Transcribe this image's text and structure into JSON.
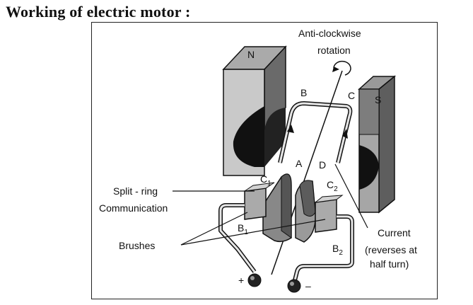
{
  "heading": "Working of electric motor :",
  "labels": {
    "rotation_line1": "Anti-clockwise",
    "rotation_line2": "rotation",
    "magnet_north": "N",
    "magnet_south": "S",
    "corner_a": "A",
    "corner_b": "B",
    "corner_c": "C",
    "corner_d": "D",
    "ring_c1": "C",
    "ring_c1_sub": "1",
    "ring_c2": "C",
    "ring_c2_sub": "2",
    "brush_b1": "B",
    "brush_b1_sub": "1",
    "brush_b2": "B",
    "brush_b2_sub": "2",
    "split_ring_line1": "Split - ring",
    "split_ring_line2": "Communication",
    "brushes": "Brushes",
    "current_line1": "Current",
    "current_line2": "(reverses at",
    "current_line3": "half turn)",
    "terminal_plus": "+",
    "terminal_minus": "–"
  }
}
